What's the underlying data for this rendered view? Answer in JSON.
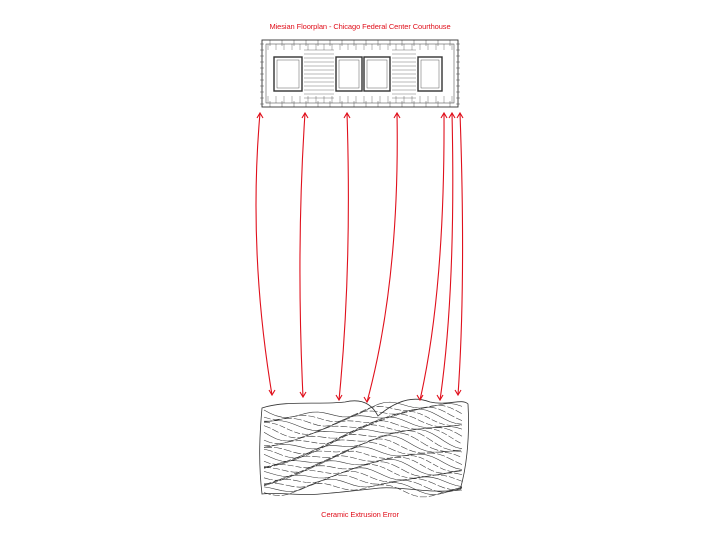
{
  "top_title": "Miesian Floorplan - Chicago Federal Center Courthouse",
  "bottom_title": "Ceramic Extrusion Error",
  "colors": {
    "accent": "#e0101c",
    "line": "#333333",
    "background": "#ffffff"
  },
  "connector_count": 7
}
